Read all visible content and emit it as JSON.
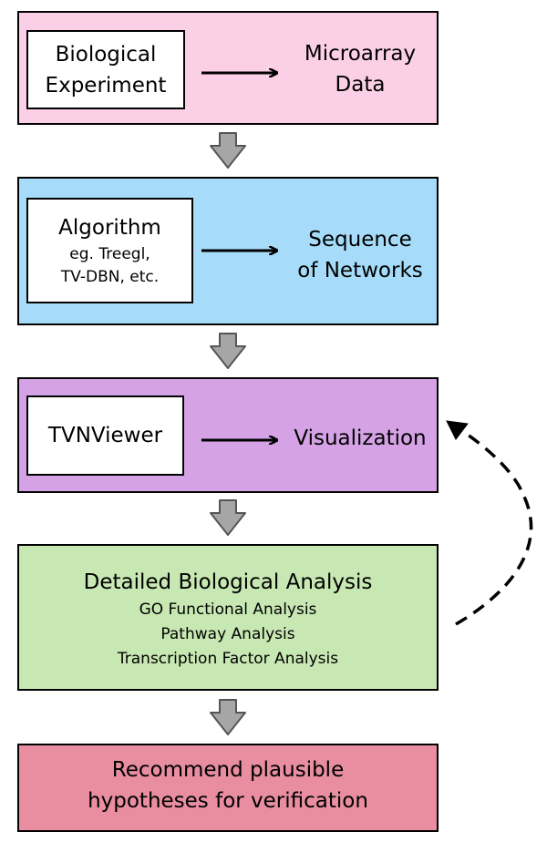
{
  "stage1": {
    "box_line1": "Biological",
    "box_line2": "Experiment",
    "target_line1": "Microarray",
    "target_line2": "Data",
    "color": "#fbd0e6"
  },
  "stage2": {
    "box_title": "Algorithm",
    "box_line2": "eg. Treegl,",
    "box_line3": "TV-DBN, etc.",
    "target_line1": "Sequence",
    "target_line2": "of Networks",
    "color": "#a6dcf9"
  },
  "stage3": {
    "box_title": "TVNViewer",
    "target": "Visualization",
    "color": "#d5a3e5"
  },
  "stage4": {
    "title": "Detailed Biological Analysis",
    "items": [
      "GO Functional Analysis",
      "Pathway Analysis",
      "Transcription Factor Analysis"
    ],
    "color": "#c8e8b3"
  },
  "stage5": {
    "line1": "Recommend plausible",
    "line2": "hypotheses for verification",
    "color": "#e88ea0"
  },
  "connectors": {
    "down_arrow_color": "#a6a6a6",
    "feedback_style": "dashed"
  }
}
